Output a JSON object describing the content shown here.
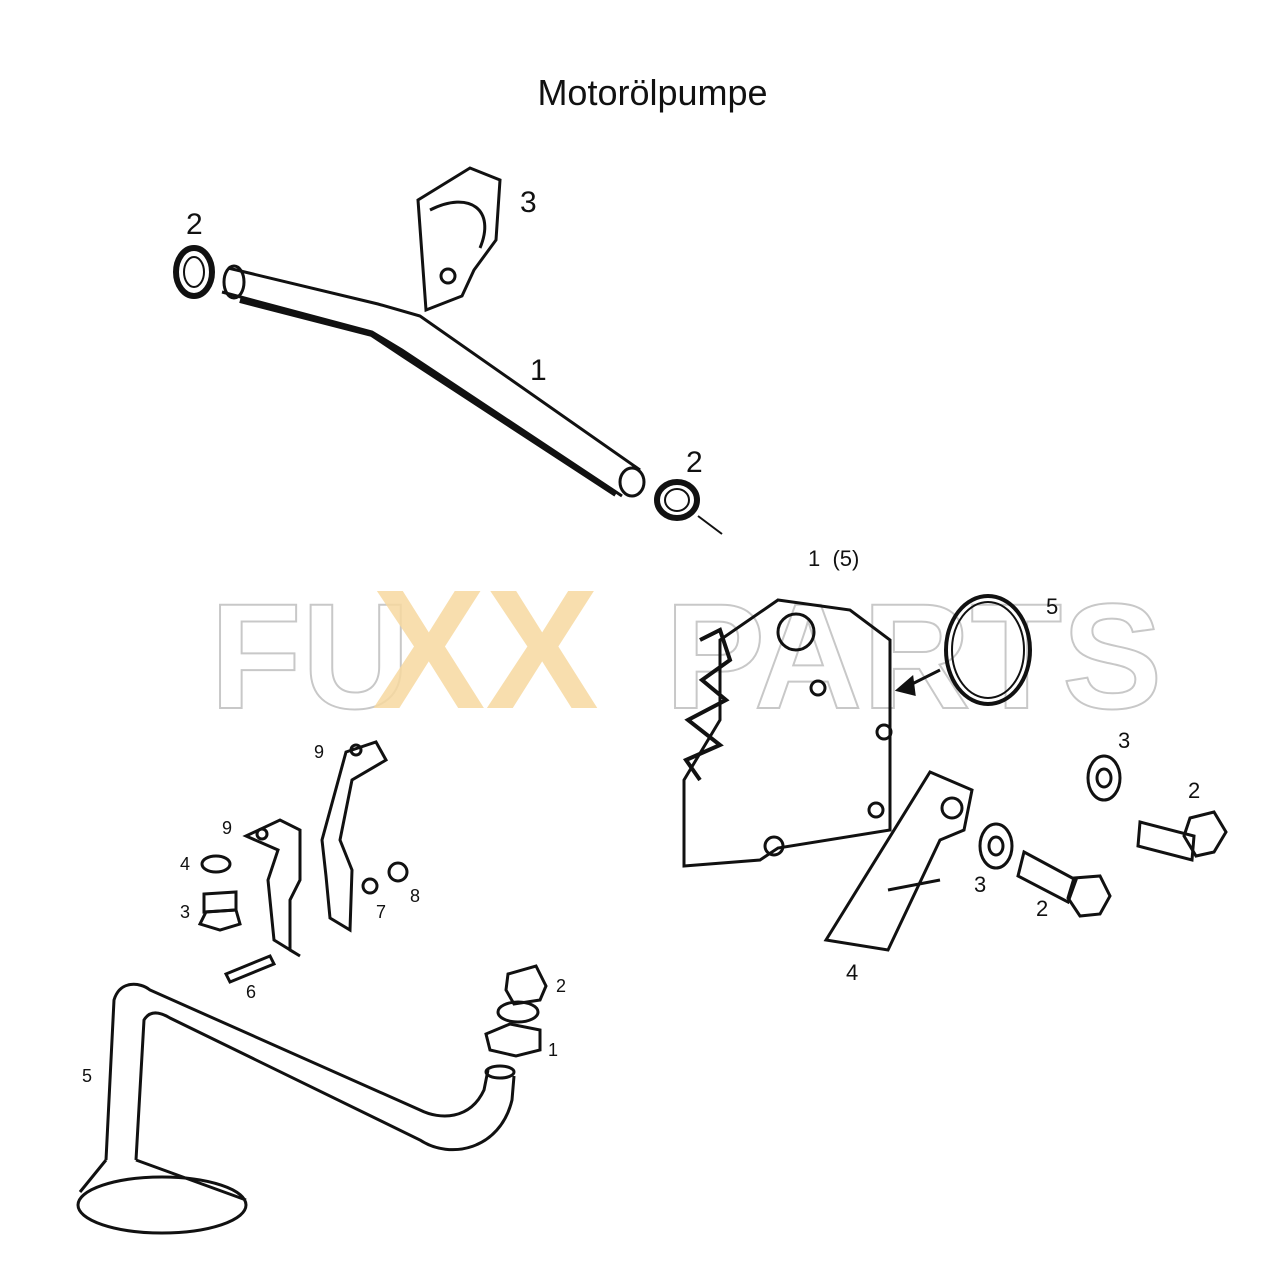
{
  "title": "Motorölpumpe",
  "watermark": {
    "left": "FU",
    "middle": "XX",
    "right": "PARTS",
    "colors": {
      "outline": "#c8c8c8",
      "accent": "#f7d9a0"
    }
  },
  "callouts": {
    "tube_1": "1",
    "ring_2_top": "2",
    "bracket_3": "3",
    "ring_2_mid": "2",
    "pump_1_5": "1  (5)",
    "oring_5": "5",
    "washer_3_right": "3",
    "bolt_2_right": "2",
    "washer_3_lower": "3",
    "bolt_2_lower": "2",
    "plate_4": "4",
    "strap_9_top": "9",
    "strap_9_left": "9",
    "washer_4": "4",
    "bolt_3": "3",
    "nut_8": "8",
    "lockwasher_7": "7",
    "bolt_6": "6",
    "pipe_5": "5",
    "cap_2": "2",
    "fitting_1": "1"
  }
}
